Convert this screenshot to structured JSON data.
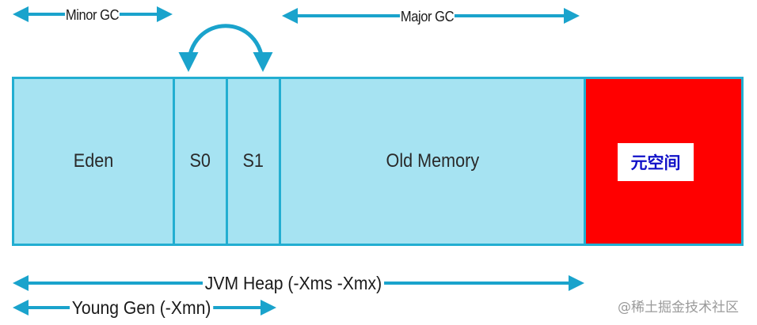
{
  "gc_labels": {
    "minor_gc": "Minor GC",
    "major_gc": "Major GC"
  },
  "regions": {
    "eden": "Eden",
    "s0": "S0",
    "s1": "S1",
    "old": "Old Memory",
    "metaspace": "元空间"
  },
  "heap_labels": {
    "jvm_heap": "JVM Heap (-Xms -Xmx)",
    "young_gen": "Young Gen (-Xmn)"
  },
  "colors": {
    "arrow": "#1aa3cc",
    "region_fill": "#a6e3f2",
    "region_border": "#22aed1",
    "metaspace_fill": "#ff0000",
    "metaspace_text": "#1010c8"
  },
  "watermark": "@稀土掘金技术社区"
}
